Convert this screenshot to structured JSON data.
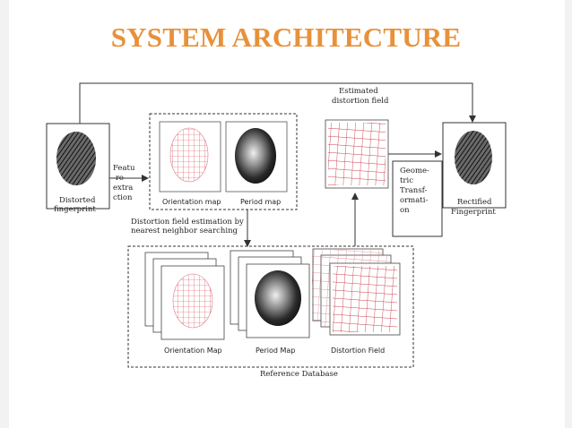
{
  "slide": {
    "title": "SYSTEM ARCHITECTURE"
  },
  "diagram": {
    "distorted_label": [
      "Distorted",
      "fingerprint"
    ],
    "feature_extraction_label": [
      "Featu",
      "-re",
      "extra",
      "ction"
    ],
    "orientation_map_label": "Orientation map",
    "period_map_label": "Period map",
    "estimation_label": [
      "Distortion field estimation by",
      "nearest neighbor searching"
    ],
    "estimated_field_label": [
      "Estimated",
      "distortion field"
    ],
    "geometric_label": [
      "Geome-",
      "tric",
      "Transf-",
      "ormati-",
      "on"
    ],
    "rectified_label": [
      "Rectified",
      "Fingerprint"
    ],
    "db_orientation_label": "Orientation Map",
    "db_period_label": "Period Map",
    "db_distortion_label": "Distortion Field",
    "reference_db_label": "Reference Database"
  },
  "colors": {
    "title": "#e8913a",
    "grid": "#d04050",
    "stroke": "#333333"
  }
}
